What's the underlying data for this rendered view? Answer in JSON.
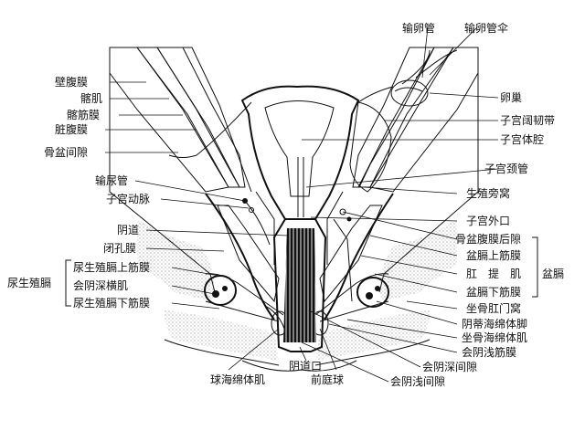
{
  "labels": {
    "oviduct": "输卵管",
    "fimbria": "输卵管伞",
    "parietal_peritoneum": "壁腹膜",
    "iliacus": "髂肌",
    "iliac_fascia": "髂筋膜",
    "visceral_peritoneum": "脏腹膜",
    "pelvic_space": "骨盆间隙",
    "ureter": "输尿管",
    "uterine_artery": "子宫动脉",
    "vagina": "阴道",
    "obturator_membrane": "闭孔膜",
    "urogenital_group": "尿生殖膈",
    "ug_superior_fascia": "尿生殖膈上筋膜",
    "deep_transverse_perineal": "会阴深横肌",
    "ug_inferior_fascia": "尿生殖膈下筋膜",
    "ovary": "卵巢",
    "broad_ligament": "子宫阔韧带",
    "uterine_cavity": "子宫体腔",
    "cervix": "子宫颈管",
    "genital_pararectal_fossa": "生殖旁窝",
    "external_os": "子宫外口",
    "retroperitoneal_space": "骨盆腹膜后隙",
    "pelvic_diaphragm_group": "盆膈",
    "pd_superior_fascia": "盆膈上筋膜",
    "levator_ani": "肛　提　肌",
    "pd_inferior_fascia": "盆膈下筋膜",
    "ischioanal_fossa": "坐骨肛门窝",
    "clitoral_crus": "阴蒂海绵体脚",
    "ischiocavernosus": "坐骨海绵体肌",
    "superficial_perineal_fascia": "会阴浅筋膜",
    "deep_perineal_space": "会阴深间隙",
    "superficial_perineal_space": "会阴浅间隙",
    "bulbospongiosus": "球海绵体肌",
    "vaginal_orifice": "阴道口",
    "vestibular_bulb": "前庭球"
  }
}
